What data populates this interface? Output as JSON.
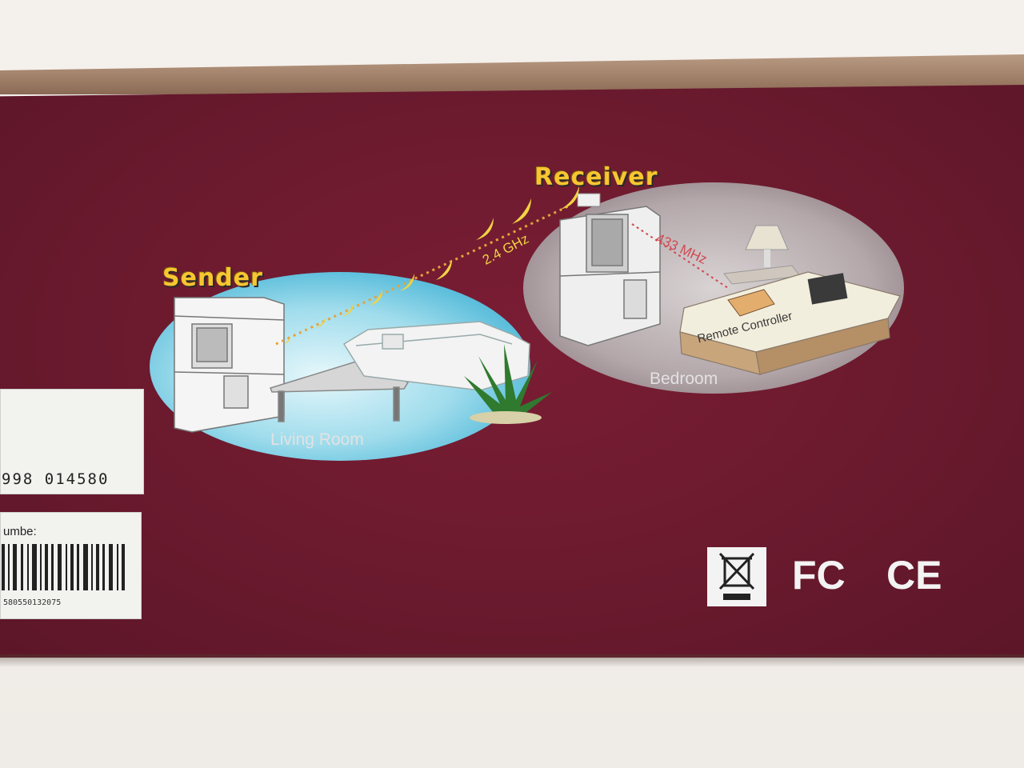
{
  "labels": {
    "sender": "Sender",
    "receiver": "Receiver",
    "living_room": "Living Room",
    "bedroom": "Bedroom",
    "freq_sender": "2.4 GHz",
    "freq_receiver": "433 MHz",
    "remote_controller": "Remote Controller"
  },
  "stickers": {
    "barcode_number": "998 014580",
    "serial_label": "umbe:",
    "serial_number": "580550132075"
  },
  "certifications": {
    "fcc": "FC",
    "ce": "CE"
  },
  "colors": {
    "box_front": "#6b1a2e",
    "heading": "#f7c631",
    "signal": "#f1d343"
  }
}
